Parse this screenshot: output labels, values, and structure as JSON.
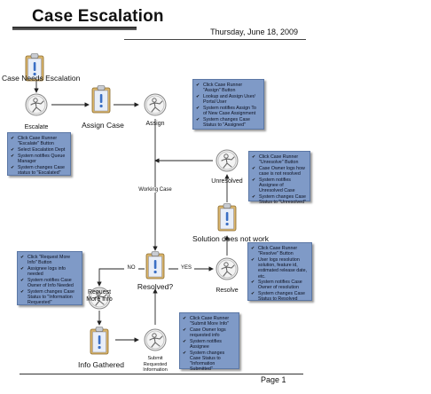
{
  "header": {
    "title": "Case Escalation",
    "date": "Thursday, June 18, 2009"
  },
  "footer": {
    "page": "Page 1"
  },
  "nodes": {
    "case_needs_escalation": "Case Needs Escalation",
    "escalate": "Escalate",
    "assign_case": "Assign Case",
    "assign": "Assign",
    "unresolved": "Unresolved",
    "solution_does_not_work": "Solution does not work",
    "resolved": "Resolved?",
    "resolve": "Resolve",
    "request_more_info": "Request\nMore Info",
    "info_gathered": "Info Gathered",
    "submit_requested_information": "Submit\nRequested\nInformation"
  },
  "edges": {
    "working_case": "Working Case",
    "no": "NO",
    "yes": "YES"
  },
  "notes": {
    "escalate": [
      "Click Case Runner \"Escalate\" Button",
      "Select Escalation Dept",
      "System notifies Queue Manager",
      "System changes Case status to \"Escalated\""
    ],
    "assign": [
      "Click Case Runner \"Assign\" Button",
      "Lookup and Assign User/ Portal User",
      "System notifies Assign To of New Case Assignment",
      "System changes Case Status to \"Assigned\""
    ],
    "unresolved": [
      "Click Case Runner \"Unresolve\" Button",
      "Case Owner logs how case is not resolved",
      "System notifies Assignee of Unresolved Case",
      "System changes Case Status to \"Unresolved\""
    ],
    "resolve": [
      "Click Case Runner \"Resolve\" Button",
      "User logs resolution solution, feature id, estimated release date, etc.",
      "System notifies Case Owner of resolution",
      "System changes Case Status to Resolved"
    ],
    "request_more_info": [
      "Click \"Request More Info\" Button",
      "Assignee logs info needed",
      "System notifies Case Owner of Info Needed",
      "System changes Case Status to \"Information Requested\""
    ],
    "submit_more_info": [
      "Click Case Runner \"Submit More Info\"",
      "Case Owner logs requested info",
      "System notifies Assignee",
      "System changes Case Status to \"Information Submitted\""
    ]
  },
  "colors": {
    "note_fill": "#7f9ac7",
    "clipboard_board": "#d9b56b",
    "clipboard_paper": "#e8eef8",
    "exclamation": "#3b6fc4"
  },
  "icons": [
    "clipboard-exclamation-icon",
    "figure-in-circle-icon"
  ]
}
